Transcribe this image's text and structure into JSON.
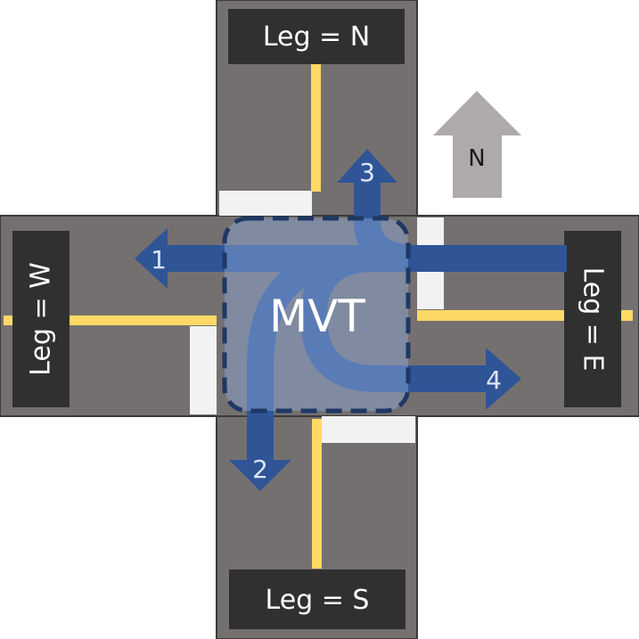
{
  "legs": {
    "north": "Leg = N",
    "south": "Leg = S",
    "west": "Leg = W",
    "east": "Leg = E"
  },
  "north_arrow_label": "N",
  "movement_label": "MVT",
  "movements": [
    "1",
    "2",
    "3",
    "4"
  ],
  "colors": {
    "road": "#757070",
    "road_edge": "#3a3a3a",
    "center_line": "#ffd966",
    "crosswalk": "#f2f2f2",
    "label_box": "#303030",
    "label_text": "#ffffff",
    "movement_arrow": "#2f5597",
    "movement_zone": "#8eaadb",
    "movement_zone_border": "#1f3864",
    "north_arrow": "#aeaaaa"
  }
}
